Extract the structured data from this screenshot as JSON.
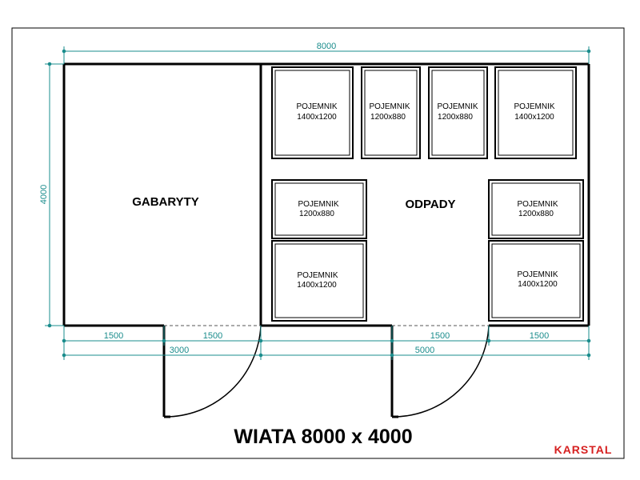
{
  "title": "WIATA 8000 x 4000",
  "brand": "KARSTAL",
  "brand_color": "#d62020",
  "dimension_color": "#1a8c8c",
  "dimensions": {
    "total_width": "8000",
    "total_depth": "4000",
    "left_wall_segment": "1500",
    "left_door_width": "1500",
    "left_room_width": "3000",
    "right_door_width": "1500",
    "right_wall_segment": "1500",
    "right_room_width": "5000"
  },
  "rooms": {
    "left": "GABARYTY",
    "right": "ODPADY"
  },
  "containers": [
    {
      "name": "POJEMNIK",
      "size": "1400x1200"
    },
    {
      "name": "POJEMNIK",
      "size": "1200x880"
    },
    {
      "name": "POJEMNIK",
      "size": "1200x880"
    },
    {
      "name": "POJEMNIK",
      "size": "1400x1200"
    },
    {
      "name": "POJEMNIK",
      "size": "1200x880"
    },
    {
      "name": "POJEMNIK",
      "size": "1200x880"
    },
    {
      "name": "POJEMNIK",
      "size": "1400x1200"
    },
    {
      "name": "POJEMNIK",
      "size": "1400x1200"
    }
  ]
}
